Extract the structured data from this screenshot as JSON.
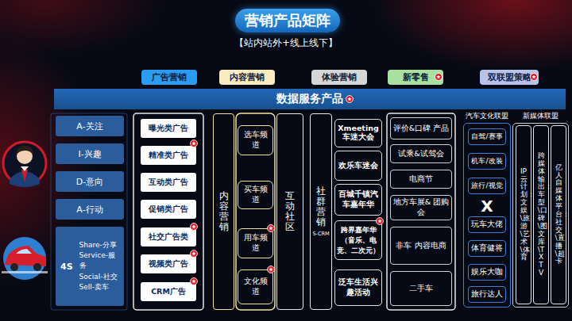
{
  "diagram": {
    "title": "营销产品矩阵",
    "nodes": [
      {
        "text": [
          "广告营销"
        ]
      },
      {
        "text": [
          "内容营销"
        ]
      },
      {
        "text": [
          "体验营销"
        ]
      },
      {
        "text": [
          "新零售"
        ]
      },
      {
        "text": [
          "双联盟策略"
        ]
      },
      {
        "text": [
          "数据服务产品"
        ]
      },
      {
        "text": [
          "A-关注"
        ]
      },
      {
        "text": [
          "I-兴趣"
        ]
      },
      {
        "text": [
          "D-意向"
        ]
      },
      {
        "text": [
          "A-行动"
        ]
      },
      {
        "text": [
          "4S",
          "Share-分享",
          "Service-服务",
          "Social-社交",
          "Sell-卖车"
        ]
      },
      {
        "text": [
          "曝光类广告"
        ]
      },
      {
        "text": [
          "精准类广告"
        ]
      },
      {
        "text": [
          "互动类广告"
        ]
      },
      {
        "text": [
          "促销类广告"
        ]
      },
      {
        "text": [
          "社交广告类"
        ]
      },
      {
        "text": [
          "视频类广告"
        ]
      },
      {
        "text": [
          "CRM广告"
        ]
      },
      {
        "text": [
          "内容营销"
        ]
      },
      {
        "text": [
          "选车频道"
        ]
      },
      {
        "text": [
          "买车频道"
        ]
      },
      {
        "text": [
          "用车频道"
        ]
      },
      {
        "text": [
          "文化频道"
        ]
      },
      {
        "text": [
          "互动社区"
        ]
      },
      {
        "text": [
          "社群营销",
          "S-CRM"
        ]
      },
      {
        "text": [
          "Xmeeting 车迷大会"
        ]
      },
      {
        "text": [
          "欢乐车迷会"
        ]
      },
      {
        "text": [
          "百城千镇汽车嘉年华"
        ]
      },
      {
        "text": [
          "跨界嘉年华 （音乐、电竞、二次元）"
        ]
      },
      {
        "text": [
          "泛车生活兴趣活动"
        ]
      },
      {
        "text": [
          "评价&口碑 产品"
        ]
      },
      {
        "text": [
          "试乘&试驾会"
        ]
      },
      {
        "text": [
          "电商节"
        ]
      },
      {
        "text": [
          "地方车展& 团购会"
        ]
      },
      {
        "text": [
          "非车 内容电商"
        ]
      },
      {
        "text": [
          "二手车"
        ]
      },
      {
        "text": [
          "汽车文化联盟"
        ]
      },
      {
        "text": [
          "自驾/赛事"
        ],
        "in": 36
      },
      {
        "text": [
          "机车/改装"
        ],
        "in": 36
      },
      {
        "text": [
          "旅行/视觉"
        ],
        "in": 36
      },
      {
        "text": [
          "玩车大佬"
        ],
        "in": 36
      },
      {
        "text": [
          "体育健将"
        ],
        "in": 36
      },
      {
        "text": [
          "娱乐大咖"
        ],
        "in": 36
      },
      {
        "text": [
          "旅行达人"
        ],
        "in": 36
      },
      {
        "text": [
          "新媒体联盟"
        ]
      },
      {
        "text": [
          "IP云计划：文娱\\旅游\\艺术\\体育"
        ],
        "in": 44
      },
      {
        "text": [
          "跨媒体输出：车型\\口碑\\图文库\\TXTV"
        ],
        "in": 44
      },
      {
        "text": [
          "亿人自媒体平台：社交\\直播\\超卡"
        ],
        "in": 44
      }
    ],
    "labels": [
      "【站内站外+线上线下】",
      "X"
    ]
  }
}
